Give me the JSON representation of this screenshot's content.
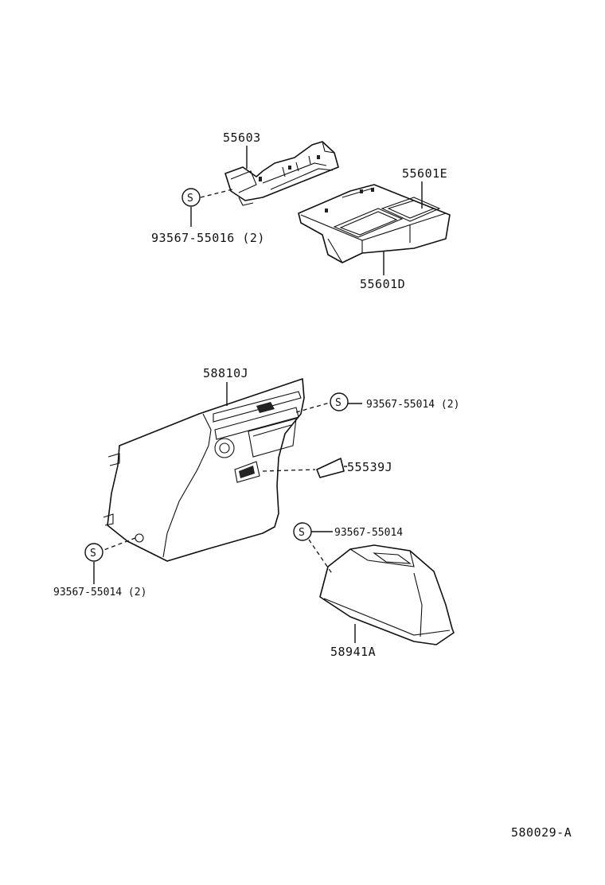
{
  "diagram": {
    "labels": {
      "p55603": "55603",
      "p55601E": "55601E",
      "p55601D": "55601D",
      "screw_upper": "93567-55016 (2)",
      "p58810J": "58810J",
      "screw_right": "93567-55014 (2)",
      "p55539J": "55539J",
      "screw_mid": "93567-55014",
      "screw_left": "93567-55014 (2)",
      "p58941A": "58941A",
      "diagram_id": "580029-A"
    },
    "screw_symbol": "S",
    "colors": {
      "ink": "#111111",
      "background": "#ffffff"
    }
  }
}
